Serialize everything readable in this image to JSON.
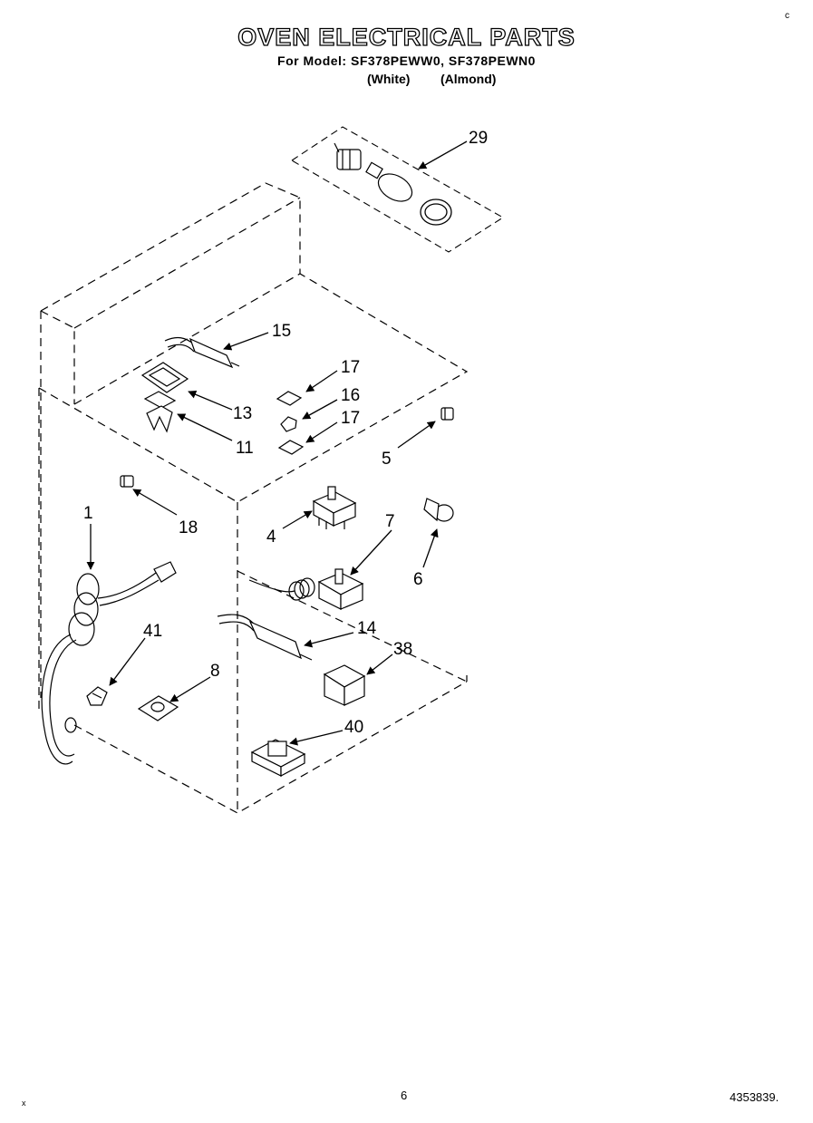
{
  "header": {
    "title": "OVEN ELECTRICAL PARTS",
    "model_line": "For Model: SF378PEWW0, SF378PEWN0",
    "variant_white": "(White)",
    "variant_almond": "(Almond)"
  },
  "footer": {
    "page_number": "6",
    "document_number": "4353839.",
    "top_mark": "c",
    "bottom_mark": "x"
  },
  "callouts": {
    "c29": "29",
    "c15": "15",
    "c17a": "17",
    "c16": "16",
    "c17b": "17",
    "c13": "13",
    "c11": "11",
    "c5": "5",
    "c18": "18",
    "c1": "1",
    "c4": "4",
    "c7": "7",
    "c6": "6",
    "c14": "14",
    "c41": "41",
    "c8": "8",
    "c38": "38",
    "c40": "40"
  }
}
